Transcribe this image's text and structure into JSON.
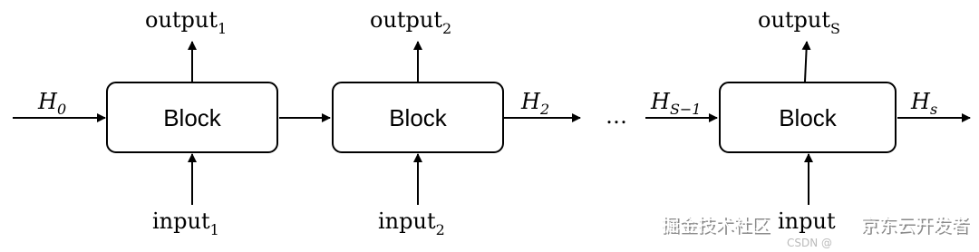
{
  "blocks": [
    {
      "label": "Block",
      "output": {
        "base": "output",
        "sub": "1"
      },
      "input": {
        "base": "input",
        "sub": "1"
      }
    },
    {
      "label": "Block",
      "output": {
        "base": "output",
        "sub": "2"
      },
      "input": {
        "base": "input",
        "sub": "2"
      }
    },
    {
      "label": "Block",
      "output": {
        "base": "output",
        "sub": "S"
      },
      "input": {
        "base": "input",
        "sub": ""
      }
    }
  ],
  "hidden_states": {
    "h0": {
      "base": "H",
      "sub": "0"
    },
    "h2": {
      "base": "H",
      "sub": "2"
    },
    "hs_minus_1": {
      "base": "H",
      "sub": "S−1"
    },
    "hs": {
      "base": "H",
      "sub": "s"
    }
  },
  "ellipsis": "…",
  "watermark": {
    "line1": "掘金技术社区",
    "line2": "京东云开发者",
    "small": "CSDN @"
  }
}
